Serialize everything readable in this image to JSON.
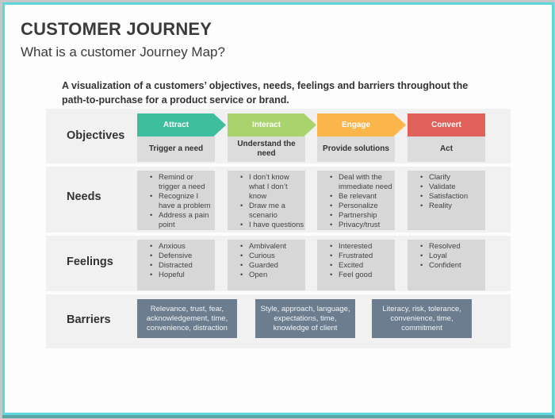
{
  "title": "CUSTOMER JOURNEY",
  "subtitle": "What is a customer Journey Map?",
  "intro": "A visualization of a customers’ objectives, needs, feelings and barriers throughout the path-to-purchase for a product service or brand.",
  "rows": {
    "objectives": "Objectives",
    "needs": "Needs",
    "feelings": "Feelings",
    "barriers": "Barriers"
  },
  "stages": [
    {
      "name": "Attract",
      "color": "#3dbf9f",
      "objective": "Trigger a need",
      "needs": [
        "Remind or trigger a need",
        "Recognize I have a problem",
        "Address a pain point"
      ],
      "feelings": [
        "Anxious",
        "Defensive",
        "Distracted",
        "Hopeful"
      ]
    },
    {
      "name": "Interact",
      "color": "#a9d46d",
      "objective": "Understand the need",
      "needs": [
        "I don’t know what I don’t know",
        "Draw me a scenario",
        "I have questions"
      ],
      "feelings": [
        "Ambivalent",
        "Curious",
        "Guarded",
        "Open"
      ]
    },
    {
      "name": "Engage",
      "color": "#fbb64b",
      "objective": "Provide solutions",
      "needs": [
        "Deal with the immediate need",
        "Be relevant",
        "Personalize",
        "Partnership",
        "Privacy/trust"
      ],
      "feelings": [
        "Interested",
        "Frustrated",
        "Excited",
        "Feel good"
      ]
    },
    {
      "name": "Convert",
      "color": "#e0605a",
      "objective": "Act",
      "needs": [
        "Clarify",
        "Validate",
        "Satisfaction",
        "Reality"
      ],
      "feelings": [
        "Resolved",
        "Loyal",
        "Confident"
      ]
    }
  ],
  "barriers": [
    "Relevance, trust, fear, acknowledgement, time, convenience, distraction",
    "Style, approach, language, expectations, time, knowledge of client",
    "Literacy, risk, tolerance, convenience, time, commitment"
  ],
  "colors": {
    "frame": "#5ed6dc",
    "barrier_box": "#6b7d8f",
    "cell": "#dcdcdc"
  }
}
